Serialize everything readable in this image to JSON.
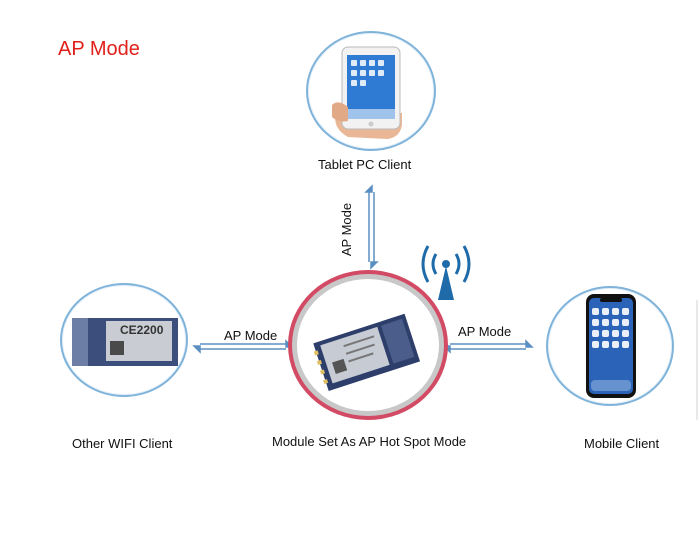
{
  "title": "AP Mode",
  "nodes": {
    "tablet": {
      "label": "Tablet PC Client"
    },
    "other": {
      "label": "Other WIFI Client"
    },
    "center": {
      "label": "Module Set As AP Hot Spot Mode"
    },
    "mobile": {
      "label": "Mobile Client"
    }
  },
  "module_text": "CE2200",
  "links": {
    "top": "AP Mode",
    "left": "AP Mode",
    "right": "AP Mode"
  },
  "colors": {
    "title": "#e0201b",
    "client_ring": "#7fb3da",
    "center_ring": "#d24a63",
    "arrow": "#5b8fc2",
    "antenna": "#1f6aa8"
  },
  "icons": [
    "tablet-icon",
    "wifi-module-icon",
    "smartphone-icon",
    "antenna-icon"
  ]
}
